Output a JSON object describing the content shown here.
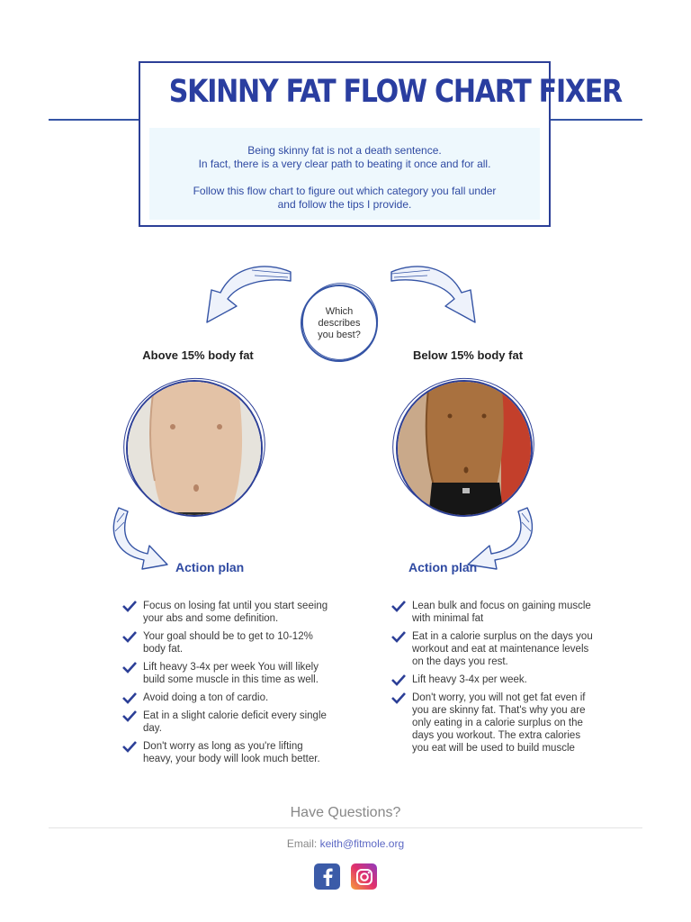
{
  "header": {
    "title": "SKINNY FAT FLOW CHART FIXER",
    "intro_line1": "Being skinny fat is not a death sentence.",
    "intro_line2": "In fact, there is a very clear path to beating it once and for all.",
    "intro_line3": "Follow this flow chart to figure out which category you fall under",
    "intro_line4": "and follow the tips I provide."
  },
  "question": "Which describes you best?",
  "left": {
    "heading": "Above 15% body fat",
    "plan_label": "Action plan",
    "tips": [
      "Focus on losing fat until you start seeing your abs and some definition.",
      "Your goal should be to get to 10-12% body fat.",
      "Lift heavy 3-4x per week You will likely build some muscle in this time as well.",
      "Avoid doing a ton of cardio.",
      "Eat in a slight calorie deficit every single day.",
      "Don't worry as long as you're lifting heavy, your body will look much better."
    ]
  },
  "right": {
    "heading": "Below 15% body fat",
    "plan_label": "Action plan",
    "tips": [
      "Lean bulk and focus on gaining muscle with minimal fat",
      "Eat in a calorie surplus on the days you workout and eat at maintenance levels on the days you rest.",
      "Lift heavy 3-4x per week.",
      "Don't worry, you will not get fat even if you are skinny fat. That's why you are only eating in a calorie surplus on the days you workout. The extra calories you eat will be used to build muscle"
    ]
  },
  "footer": {
    "have_questions": "Have Questions?",
    "email_label": "Email: ",
    "email": "keith@fitmole.org"
  },
  "icons": {
    "check": "check-icon",
    "facebook": "facebook-icon",
    "instagram": "instagram-icon"
  },
  "colors": {
    "brand": "#2c3f97",
    "accent": "#3554a5",
    "intro_bg": "#eef8fd"
  }
}
